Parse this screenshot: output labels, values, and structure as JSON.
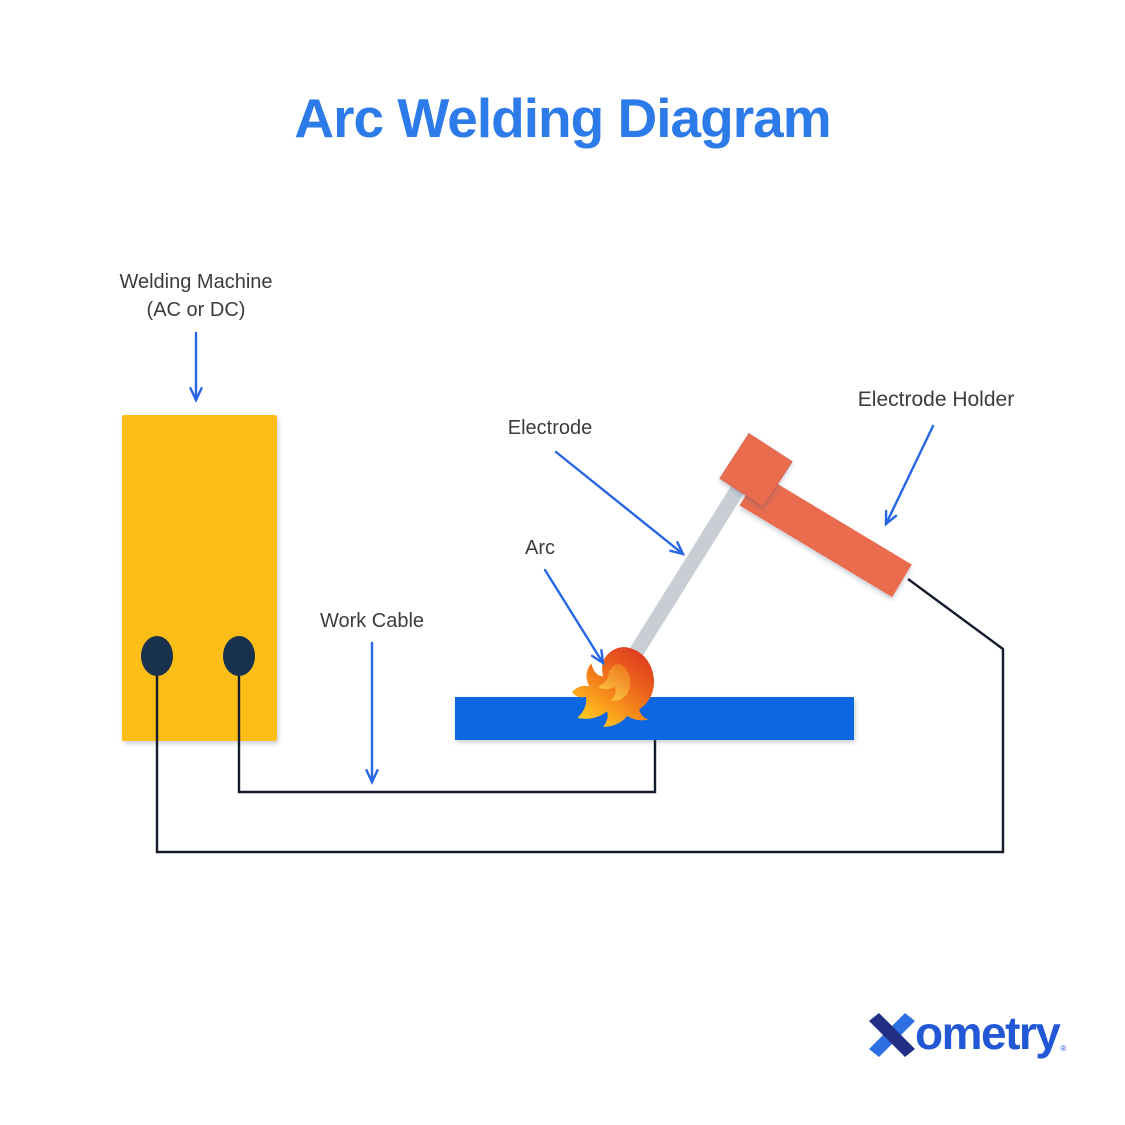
{
  "title": "Arc Welding Diagram",
  "labels": {
    "welding_machine": {
      "line1": "Welding Machine",
      "line2": "(AC or DC)"
    },
    "electrode": "Electrode",
    "arc": "Arc",
    "work_cable": "Work Cable",
    "electrode_holder": "Electrode Holder"
  },
  "branding": {
    "logo_text": "ometry",
    "registered_mark": "®"
  },
  "colors": {
    "title_blue": "#2C7BE9",
    "arrow_blue": "#2767E6",
    "label_gray": "#3C3C3C",
    "machine_yellow": "#FCBE18",
    "terminal_navy": "#18324E",
    "workpiece_blue": "#1166E2",
    "electrode_gray": "#C9CED4",
    "holder_orange": "#E96C50",
    "cable_black": "#141B2C",
    "flame_red": "#DD3B1E",
    "flame_orange": "#F78E1B",
    "flame_yellow": "#FFCE27",
    "logo_navy": "#232F85",
    "logo_blue": "#2F6FE4"
  }
}
